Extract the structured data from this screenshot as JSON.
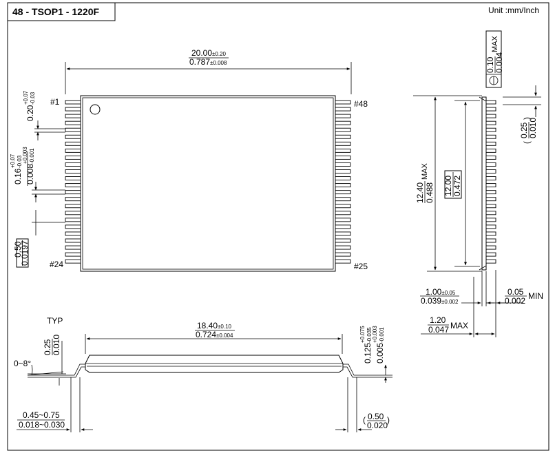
{
  "title": "48 - TSOP1 - 1220F",
  "unit": "Unit :mm/Inch",
  "pins": {
    "first": "#1",
    "last_left": "#24",
    "last_right": "#48",
    "first_right": "#25"
  },
  "dims": {
    "body_length_mm": "20.00",
    "body_length_mm_tol": "±0.20",
    "body_length_in": "0.787",
    "body_length_in_tol": "±0.008",
    "lead_width_mm": "0.20",
    "lead_width_mm_tol_up": "+0.07",
    "lead_width_mm_tol_dn": "-0.03",
    "lead_width2_mm": "0.16",
    "lead_width2_mm_tol_up": "+0.07",
    "lead_width2_mm_tol_dn": "-0.03",
    "lead_width2_in": "0.008",
    "lead_width2_in_tol_up": "+0.003",
    "lead_width2_in_tol_dn": "-0.001",
    "pitch_mm": "0.50",
    "pitch_in": "0.0197",
    "standoff_mm": "0.10",
    "standoff_in": "0.004",
    "standoff_suffix": "MAX",
    "top_offset_mm": "0.25",
    "top_offset_in": "0.010",
    "overall_width_mm": "12.40",
    "overall_width_in": "0.488",
    "overall_width_suffix": "MAX",
    "body_width_mm": "12.00",
    "body_width_in": "0.472",
    "thickness_mm": "1.00",
    "thickness_mm_tol": "±0.05",
    "thickness_in": "0.039",
    "thickness_in_tol": "±0.002",
    "clearance_mm": "0.05",
    "clearance_in": "0.002",
    "clearance_suffix": "MIN",
    "height_mm": "1.20",
    "height_in": "0.047",
    "height_suffix": "MAX",
    "span_mm": "18.40",
    "span_mm_tol": "±0.10",
    "span_in": "0.724",
    "span_in_tol": "±0.004",
    "lead_thk_mm": "0.125",
    "lead_thk_mm_tol_up": "+0.075",
    "lead_thk_mm_tol_dn": "-0.035",
    "lead_thk_in": "0.005",
    "lead_thk_in_tol_up": "+0.003",
    "lead_thk_in_tol_dn": "-0.001",
    "typ_mm": "0.25",
    "typ_in": "0.010",
    "typ_suffix": "TYP",
    "angle": "0~8°",
    "foot_len_mm": "0.45~0.75",
    "foot_len_in": "0.018~0.030",
    "foot_ref_mm": "0.50",
    "foot_ref_in": "0.020"
  }
}
